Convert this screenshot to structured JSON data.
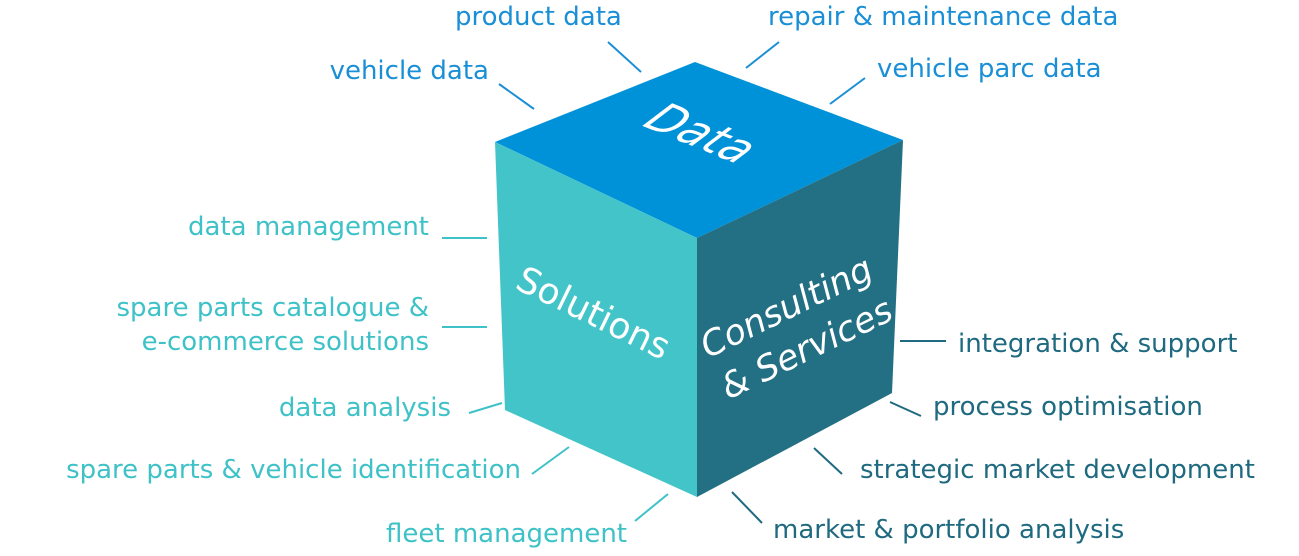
{
  "cube": {
    "top_face": "Data",
    "left_face": "Solutions",
    "right_face_line1": "Consulting",
    "right_face_line2": "& Services"
  },
  "data_items": {
    "product": "product data",
    "repair": "repair & maintenance data",
    "vehicle": "vehicle data",
    "parc": "vehicle parc data"
  },
  "solution_items": {
    "management": "data management",
    "catalogue_line1": "spare parts catalogue &",
    "catalogue_line2": "e-commerce solutions",
    "analysis": "data analysis",
    "identification": "spare parts & vehicle identification",
    "fleet": "fleet management"
  },
  "service_items": {
    "integration": "integration & support",
    "process": "process optimisation",
    "strategic": "strategic market development",
    "portfolio": "market & portfolio analysis"
  },
  "colors": {
    "top": "#0092d9",
    "left": "#42c4c9",
    "right": "#236f84",
    "data_text": "#1a8fd6",
    "solutions_text": "#3ec2c8",
    "services_text": "#1f6a80"
  }
}
